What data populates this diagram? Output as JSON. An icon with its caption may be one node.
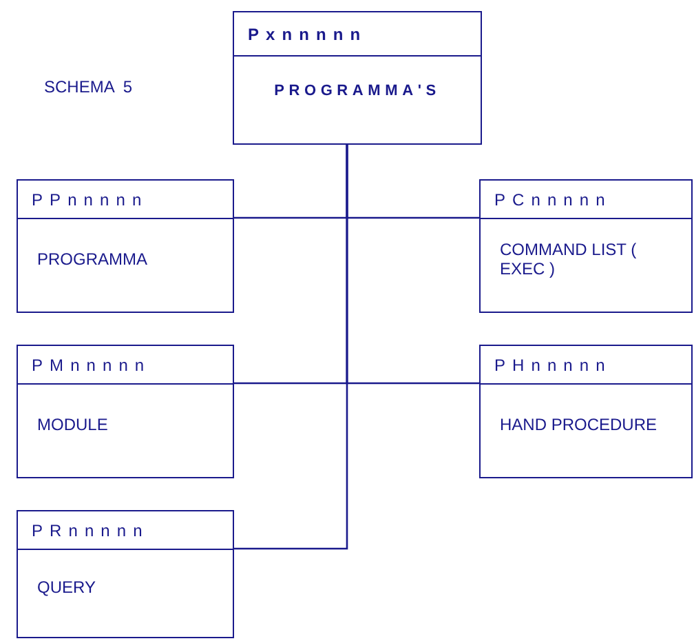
{
  "diagram": {
    "nodes": [
      {
        "text": [
          "Pxnnnnn",
          "PROGRAMMA'S"
        ]
      },
      {
        "text": [
          "PPnnnnn",
          "PROGRAMMA"
        ]
      },
      {
        "text": [
          "PCnnnnn",
          "COMMAND LIST ( EXEC )"
        ]
      },
      {
        "text": [
          "PMnnnnn",
          "MODULE"
        ]
      },
      {
        "text": [
          "PHnnnnn",
          "HAND PROCEDURE"
        ]
      },
      {
        "text": [
          "PRnnnnn",
          "QUERY"
        ]
      }
    ],
    "edges": [
      {
        "from": 0,
        "to": 1,
        "arrow": "none"
      },
      {
        "from": 0,
        "to": 2,
        "arrow": "none"
      },
      {
        "from": 0,
        "to": 3,
        "arrow": "none"
      },
      {
        "from": 0,
        "to": 4,
        "arrow": "none"
      },
      {
        "from": 0,
        "to": 5,
        "arrow": "none"
      }
    ],
    "labels": [
      "SCHEMA  5"
    ]
  }
}
